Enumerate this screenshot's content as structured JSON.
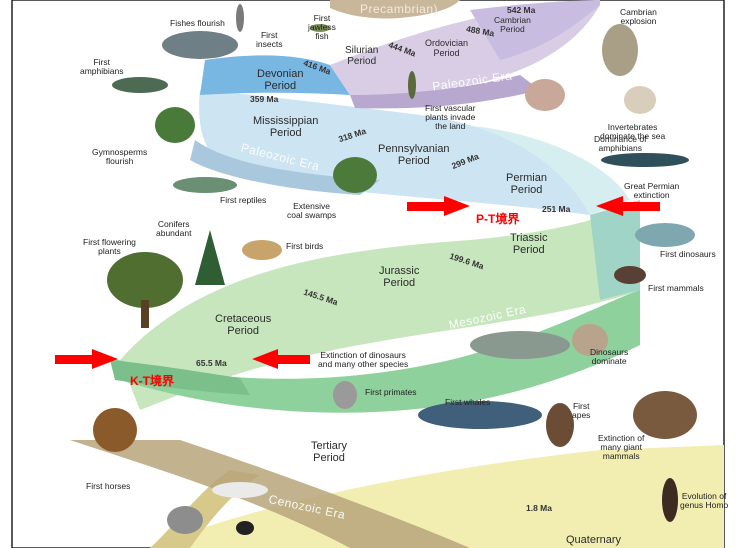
{
  "boundaries": {
    "pt": "P-T境界",
    "kt": "K-T境界"
  },
  "eras": {
    "precambrian_partial": "Precambrian)",
    "paleozoic_upper": "Paleozoic Era",
    "paleozoic_lower": "Paleozoic Era",
    "mesozoic": "Mesozoic Era",
    "cenozoic": "Cenozoic Era"
  },
  "periods": {
    "cambrian": "Cambrian\nPeriod",
    "ordovician": "Ordovician\nPeriod",
    "silurian": "Silurian\nPeriod",
    "devonian": "Devonian\nPeriod",
    "mississippian": "Mississippian\nPeriod",
    "pennsylvanian": "Pennsylvanian\nPeriod",
    "permian": "Permian\nPeriod",
    "triassic": "Triassic\nPeriod",
    "jurassic": "Jurassic\nPeriod",
    "cretaceous": "Cretaceous\nPeriod",
    "tertiary": "Tertiary\nPeriod",
    "quaternary": "Quaternary"
  },
  "ages": {
    "a542": "542 Ma",
    "a488": "488 Ma",
    "a444": "444 Ma",
    "a416": "416 Ma",
    "a359": "359 Ma",
    "a318": "318 Ma",
    "a299": "299 Ma",
    "a251": "251 Ma",
    "a199": "199.6 Ma",
    "a145": "145.5 Ma",
    "a65": "65.5 Ma",
    "a1_8": "1.8 Ma"
  },
  "events": {
    "fishes_flourish": "Fishes flourish",
    "first_insects": "First\ninsects",
    "first_jawless_fish": "First\njawless\nfish",
    "cambrian_explosion": "Cambrian\nexplosion",
    "first_amphibians": "First\namphibians",
    "first_vascular_plants": "First vascular\nplants invade\nthe land",
    "invertebrates_dominate": "Invertebrates\ndominate the sea",
    "gymnosperms_flourish": "Gymnosperms\nflourish",
    "dominance_amphibians": "Dominance of\namphibians",
    "first_reptiles": "First reptiles",
    "extensive_coal_swamps": "Extensive\ncoal swamps",
    "great_permian_extinction": "Great Permian\nextinction",
    "conifers_abundant": "Conifers\nabundant",
    "first_flowering_plants": "First flowering\nplants",
    "first_birds": "First birds",
    "first_dinosaurs": "First dinosaurs",
    "first_mammals": "First mammals",
    "extinction_dinosaurs": "Extinction of dinosaurs\nand many other species",
    "dinosaurs_dominate": "Dinosaurs\ndominate",
    "first_primates": "First primates",
    "first_whales": "First whales",
    "first_apes": "First\napes",
    "extinction_giant_mammals": "Extinction of\nmany giant\nmammals",
    "first_horses": "First horses",
    "evolution_homo": "Evolution of\ngenus Homo"
  }
}
